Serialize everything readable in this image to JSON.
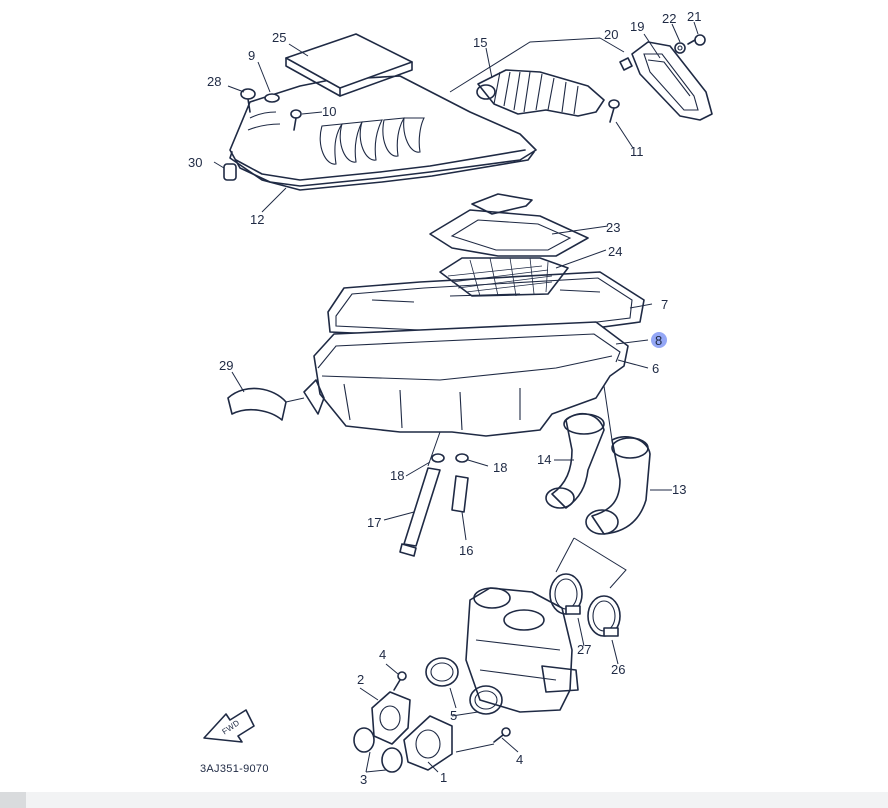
{
  "diagram": {
    "catalog_code": "3AJ351-9070",
    "front_marker": "FWD",
    "highlight_color": "#8ea2f5",
    "line_color": "#1f2a44",
    "part_labels": {
      "p1": "1",
      "p2": "2",
      "p3": "3",
      "p4a": "4",
      "p4b": "4",
      "p5": "5",
      "p6": "6",
      "p7": "7",
      "p8": "8",
      "p9": "9",
      "p10": "10",
      "p11": "11",
      "p12": "12",
      "p13": "13",
      "p14": "14",
      "p15": "15",
      "p16": "16",
      "p17": "17",
      "p18a": "18",
      "p18b": "18",
      "p19": "19",
      "p20": "20",
      "p21": "21",
      "p22": "22",
      "p23": "23",
      "p24": "24",
      "p25": "25",
      "p26": "26",
      "p27": "27",
      "p28": "28",
      "p29": "29",
      "p30": "30"
    }
  }
}
